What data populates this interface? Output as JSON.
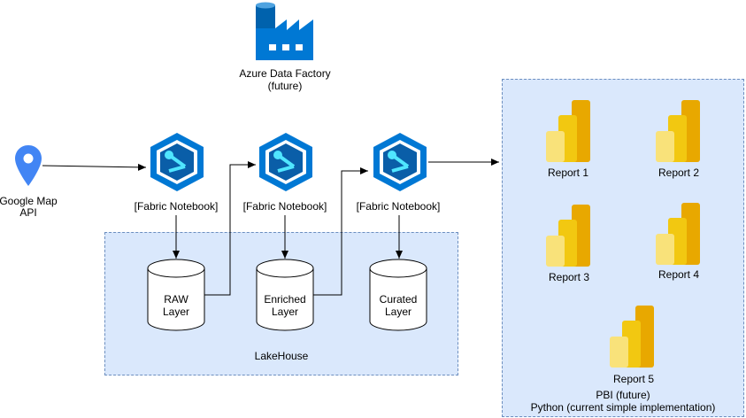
{
  "factory": {
    "title": "Azure Data Factory",
    "note": "(future)"
  },
  "source": {
    "line1": "Google Map",
    "line2": "API"
  },
  "notebooks": [
    {
      "label": "[Fabric Notebook]"
    },
    {
      "label": "[Fabric Notebook]"
    },
    {
      "label": "[Fabric Notebook]"
    }
  ],
  "layers": [
    {
      "line1": "RAW",
      "line2": "Layer"
    },
    {
      "line1": "Enriched",
      "line2": "Layer"
    },
    {
      "line1": "Curated",
      "line2": "Layer"
    }
  ],
  "lakehouse": {
    "label": "LakeHouse"
  },
  "reports": [
    {
      "label": "Report 1"
    },
    {
      "label": "Report 2"
    },
    {
      "label": "Report 3"
    },
    {
      "label": "Report 4"
    },
    {
      "label": "Report 5"
    }
  ],
  "pbi": {
    "line1": "PBI (future)",
    "line2": "Python (current simple implementation)"
  },
  "colors": {
    "zone_fill": "#dae8fc",
    "zone_border": "#6c8ebf",
    "notebook_blue": "#0078d4",
    "notebook_cyan": "#50e6ff",
    "powerbi_dark": "#e8a800",
    "powerbi_light": "#f2c811",
    "pin_blue": "#4285f4",
    "factory_blue": "#0062ad"
  }
}
